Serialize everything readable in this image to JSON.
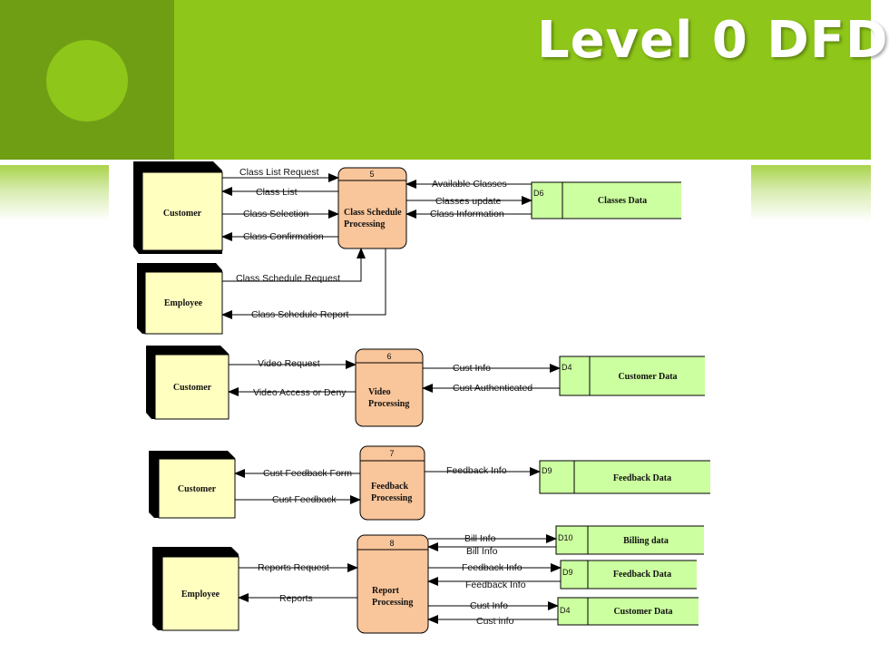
{
  "title": "Level 0 DFD",
  "colors": {
    "green": "#8ec619",
    "dark_green": "#6f9e15",
    "entity_fill": "#ffffc0",
    "process_fill": "#f9c59a",
    "store_fill": "#ccffa0"
  },
  "entities": {
    "customer1": "Customer",
    "employee1": "Employee",
    "customer2": "Customer",
    "customer3": "Customer",
    "employee2": "Employee"
  },
  "processes": {
    "p5": {
      "num": "5",
      "line1": "Class Schedule",
      "line2": "Processing"
    },
    "p6": {
      "num": "6",
      "line1": "Video",
      "line2": "Processing"
    },
    "p7": {
      "num": "7",
      "line1": "Feedback",
      "line2": "Processing"
    },
    "p8": {
      "num": "8",
      "line1": "Report",
      "line2": "Processing"
    }
  },
  "stores": {
    "d6": {
      "id": "D6",
      "name": "Classes Data"
    },
    "d4a": {
      "id": "D4",
      "name": "Customer Data"
    },
    "d9a": {
      "id": "D9",
      "name": "Feedback Data"
    },
    "d10": {
      "id": "D10",
      "name": "Billing data"
    },
    "d9b": {
      "id": "D9",
      "name": "Feedback Data"
    },
    "d4b": {
      "id": "D4",
      "name": "Customer Data"
    }
  },
  "flows": {
    "class_list_request": "Class List Request",
    "class_list": "Class List",
    "class_selection": "Class Selection",
    "class_confirmation": "Class Confirmation",
    "class_schedule_request": "Class Schedule Request",
    "class_schedule_report": "Class Schedule Report",
    "available_classes": "Available Classes",
    "classes_update": "Classes update",
    "class_information": "Class Information",
    "video_request": "Video Request",
    "video_access": "Video Access or Deny",
    "cust_info": "Cust Info",
    "cust_authenticated": "Cust Authenticated",
    "cust_feedback_form": "Cust Feedback Form",
    "cust_feedback": "Cust Feedback",
    "feedback_info": "Feedback Info",
    "reports_request": "Reports Request",
    "reports": "Reports",
    "bill_info_out": "Bill Info",
    "bill_info_in": "Bill Info",
    "feedback_info_out": "Feedback Info",
    "feedback_info_in": "Feedback Info",
    "cust_info_out": "Cust Info",
    "cust_info_in": "Cust info"
  }
}
